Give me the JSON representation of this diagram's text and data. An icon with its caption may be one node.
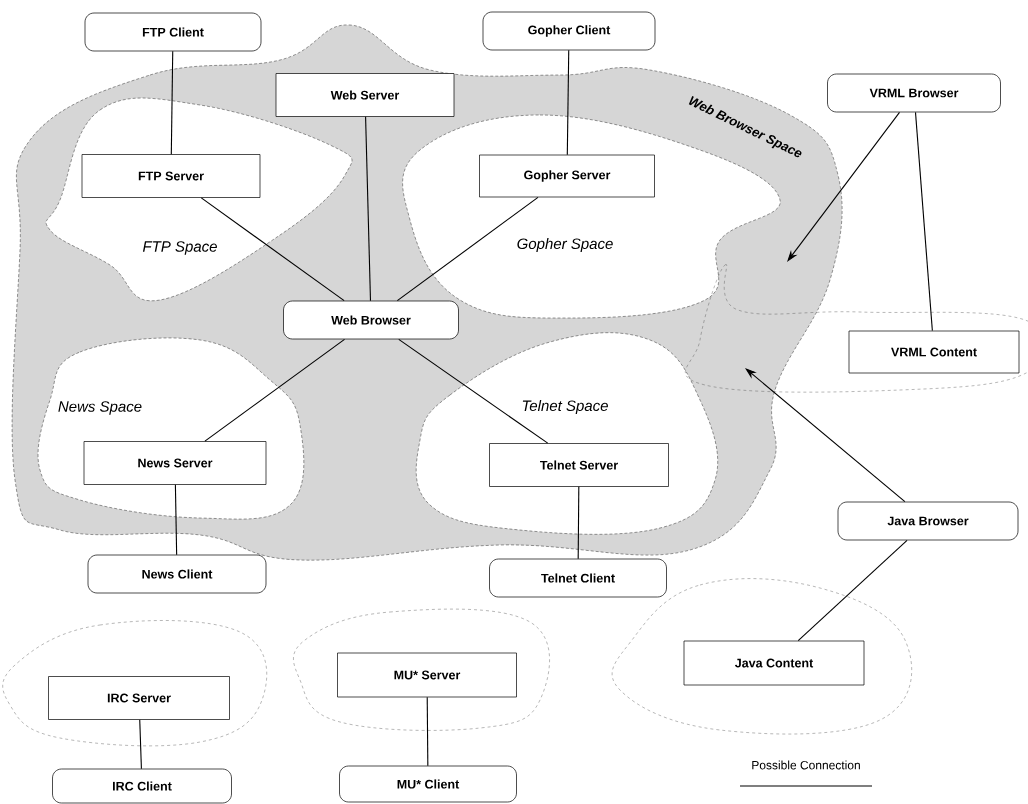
{
  "diagram": {
    "nodes": [
      {
        "text": [
          "FTP Client"
        ]
      },
      {
        "text": [
          "Gopher Client"
        ]
      },
      {
        "text": [
          "Web Browser Space"
        ]
      },
      {
        "text": [
          "Web Server"
        ],
        "in": 2
      },
      {
        "text": [
          "FTP Space"
        ],
        "in": 2
      },
      {
        "text": [
          "FTP Server"
        ],
        "in": 4
      },
      {
        "text": [
          "Gopher Space"
        ],
        "in": 2
      },
      {
        "text": [
          "Gopher Server"
        ],
        "in": 6
      },
      {
        "text": [
          "VRML Browser"
        ]
      },
      {
        "text": [
          "Web Browser"
        ],
        "in": 2
      },
      {
        "text": [
          "News Space"
        ],
        "in": 2
      },
      {
        "text": [
          "News Server"
        ],
        "in": 10
      },
      {
        "text": [
          "Telnet Space"
        ],
        "in": 2
      },
      {
        "text": [
          "Telnet Server"
        ],
        "in": 12
      },
      {
        "text": [],
        "shape": "cloud"
      },
      {
        "text": [
          "VRML Content"
        ],
        "in": 14
      },
      {
        "text": [
          "Java Browser"
        ]
      },
      {
        "text": [
          "News Client"
        ]
      },
      {
        "text": [
          "Telnet Client"
        ]
      },
      {
        "text": [],
        "shape": "cloud"
      },
      {
        "text": [
          "IRC Server"
        ],
        "in": 19
      },
      {
        "text": [],
        "shape": "cloud"
      },
      {
        "text": [
          "MU* Server"
        ],
        "in": 21
      },
      {
        "text": [],
        "shape": "cloud"
      },
      {
        "text": [
          "Java Content"
        ],
        "in": 23
      },
      {
        "text": [
          "IRC Client"
        ]
      },
      {
        "text": [
          "MU* Client"
        ]
      }
    ],
    "edges": [
      {
        "from": 0,
        "to": 5,
        "arrow": "none"
      },
      {
        "from": 1,
        "to": 7,
        "arrow": "none"
      },
      {
        "from": 3,
        "to": 9,
        "arrow": "none"
      },
      {
        "from": 5,
        "to": 9,
        "arrow": "none"
      },
      {
        "from": 7,
        "to": 9,
        "arrow": "none"
      },
      {
        "from": 9,
        "to": 11,
        "arrow": "none"
      },
      {
        "from": 9,
        "to": 13,
        "arrow": "none"
      },
      {
        "from": 11,
        "to": 17,
        "arrow": "none"
      },
      {
        "from": 13,
        "to": 18,
        "arrow": "none"
      },
      {
        "from": 8,
        "to": 2,
        "arrow": "to"
      },
      {
        "from": 8,
        "to": 15,
        "arrow": "none"
      },
      {
        "from": 16,
        "to": 2,
        "arrow": "to"
      },
      {
        "from": 16,
        "to": 24,
        "arrow": "none"
      },
      {
        "from": 20,
        "to": 25,
        "arrow": "none"
      },
      {
        "from": 22,
        "to": 26,
        "arrow": "none"
      }
    ],
    "legend": [
      {
        "text": "Possible Connection"
      }
    ]
  }
}
